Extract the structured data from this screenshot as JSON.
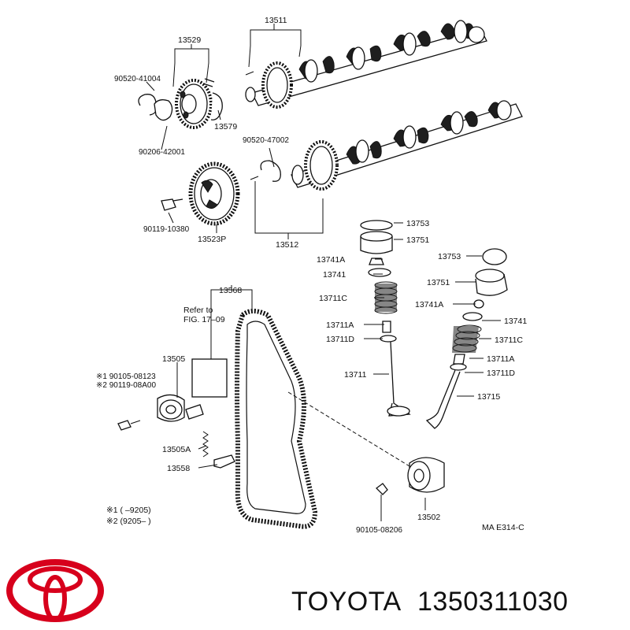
{
  "diagram": {
    "part_labels": {
      "p13511": "13511",
      "p13529": "13529",
      "p90520_41004": "90520-41004",
      "p13579": "13579",
      "p90206_42001": "90206-42001",
      "p90520_47002": "90520-47002",
      "p90119_10380": "90119-10380",
      "p13523P": "13523P",
      "p13512": "13512",
      "p13753a": "13753",
      "p13751a": "13751",
      "p13741Aa": "13741A",
      "p13741a": "13741",
      "p13711Ca": "13711C",
      "p13711Aa": "13711A",
      "p13711Da": "13711D",
      "p13711": "13711",
      "p13753b": "13753",
      "p13751b": "13751",
      "p13741Ab": "13741A",
      "p13741b": "13741",
      "p13711Cb": "13711C",
      "p13711Ab": "13711A",
      "p13711Db": "13711D",
      "p13715": "13715",
      "p13568": "13568",
      "p13505": "13505",
      "p13505A": "13505A",
      "p13558": "13558",
      "p13502": "13502",
      "p90105_08206": "90105-08206"
    },
    "refer_line1": "Refer to",
    "refer_line2": "FIG. 17–09",
    "alt1": "※1 90105-08123",
    "alt2": "※2 90119-08A00",
    "legend1": "※1 (      –9205)",
    "legend2": "※2 (9205–       )",
    "figure_code": "MA E314-C"
  },
  "brand": {
    "name": "TOYOTA",
    "part_number": "1350311030",
    "logo_color": "#d7001c"
  }
}
